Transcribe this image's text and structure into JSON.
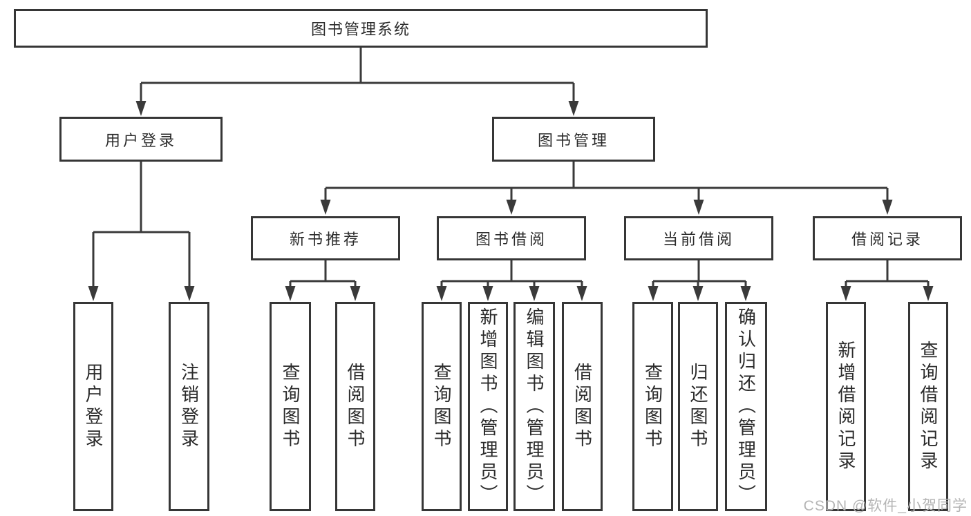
{
  "tree": {
    "label": "图书管理系统",
    "children": [
      {
        "label": "用户登录",
        "children": [
          {
            "label": "用户登录"
          },
          {
            "label": "注销登录"
          }
        ]
      },
      {
        "label": "图书管理",
        "children": [
          {
            "label": "新书推荐",
            "children": [
              {
                "label": "查询图书"
              },
              {
                "label": "借阅图书"
              }
            ]
          },
          {
            "label": "图书借阅",
            "children": [
              {
                "label": "查询图书"
              },
              {
                "label": "新增图书（管理员）"
              },
              {
                "label": "编辑图书（管理员）"
              },
              {
                "label": "借阅图书"
              }
            ]
          },
          {
            "label": "当前借阅",
            "children": [
              {
                "label": "查询图书"
              },
              {
                "label": "归还图书"
              },
              {
                "label": "确认归还（管理员）"
              }
            ]
          },
          {
            "label": "借阅记录",
            "children": [
              {
                "label": "新增借阅记录"
              },
              {
                "label": "查询借阅记录"
              }
            ]
          }
        ]
      }
    ]
  },
  "watermark": {
    "text": "CSDN @软件_小贺同学"
  },
  "colors": {
    "line": "#3a3a3a",
    "box_border": "#363636",
    "text": "#2b2b2b",
    "watermark": "#b5b5b5",
    "background": "#ffffff"
  }
}
